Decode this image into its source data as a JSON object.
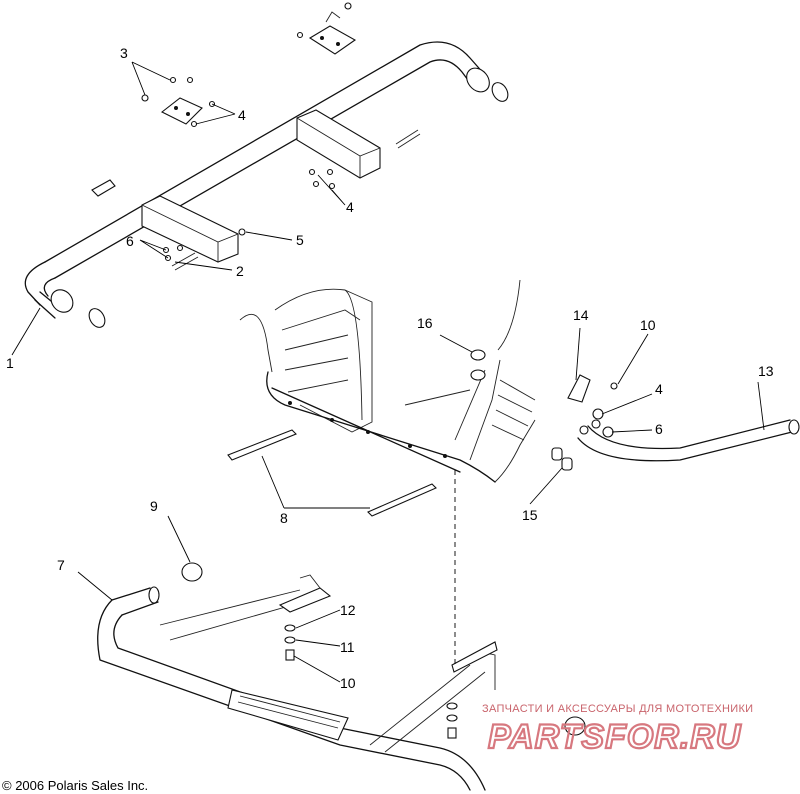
{
  "diagram": {
    "callouts": [
      {
        "id": "c1",
        "text": "1"
      },
      {
        "id": "c2",
        "text": "2"
      },
      {
        "id": "c3",
        "text": "3"
      },
      {
        "id": "c4a",
        "text": "4"
      },
      {
        "id": "c4b",
        "text": "4"
      },
      {
        "id": "c4c",
        "text": "4"
      },
      {
        "id": "c5",
        "text": "5"
      },
      {
        "id": "c6a",
        "text": "6"
      },
      {
        "id": "c6b",
        "text": "6"
      },
      {
        "id": "c7",
        "text": "7"
      },
      {
        "id": "c8",
        "text": "8"
      },
      {
        "id": "c9",
        "text": "9"
      },
      {
        "id": "c10a",
        "text": "10"
      },
      {
        "id": "c10b",
        "text": "10"
      },
      {
        "id": "c11",
        "text": "11"
      },
      {
        "id": "c12",
        "text": "12"
      },
      {
        "id": "c13",
        "text": "13"
      },
      {
        "id": "c14",
        "text": "14"
      },
      {
        "id": "c15",
        "text": "15"
      },
      {
        "id": "c16",
        "text": "16"
      }
    ],
    "copyright": "© 2006 Polaris Sales Inc.",
    "watermark": {
      "tagline": "ЗАПЧАСТИ И АКСЕССУАРЫ ДЛЯ МОТОТЕХНИКИ",
      "brand": "PARTSFOR.RU",
      "color": "#d7787f"
    }
  }
}
